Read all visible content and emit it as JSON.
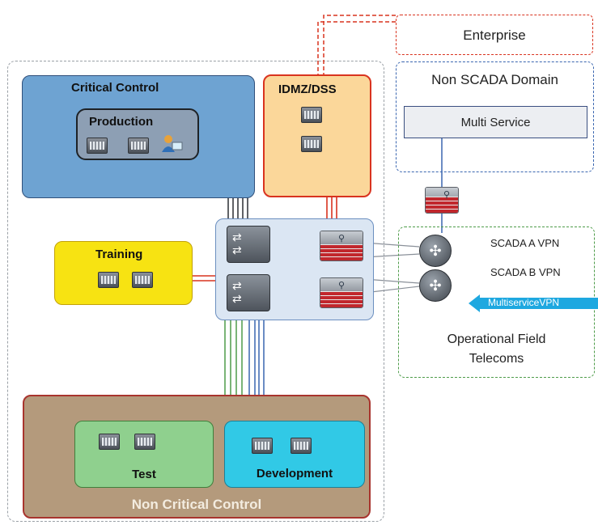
{
  "zones": {
    "enterprise": "Enterprise",
    "non_scada_domain": "Non SCADA Domain",
    "multi_service": "Multi Service",
    "critical_control": "Critical Control",
    "production": "Production",
    "idmz_dss": "IDMZ/DSS",
    "training": "Training",
    "scada_a_vpn": "SCADA A VPN",
    "scada_b_vpn": "SCADA B VPN",
    "multiservice_vpn": "MultiserviceVPN",
    "operational_field_line1": "Operational Field",
    "operational_field_line2": "Telecoms",
    "test": "Test",
    "development": "Development",
    "non_critical_control": "Non Critical Control"
  },
  "icons": {
    "server": "server-icon",
    "firewall": "firewall-icon",
    "switch": "switch-icon",
    "router": "router-icon",
    "user": "user-icon"
  },
  "colors": {
    "critical_fill": "#6ea3d2",
    "idmz_fill": "#fbd79a",
    "idmz_border": "#d9331f",
    "training_fill": "#f7e312",
    "non_critical_fill": "#b49a7c",
    "non_critical_border": "#a8342e",
    "test_fill": "#8fd08e",
    "dev_fill": "#31c9e6",
    "link_red": "#d9331f",
    "link_green": "#4e9c4a",
    "link_blue": "#3a66b0",
    "vpn_arrow": "#1ea8e0"
  }
}
